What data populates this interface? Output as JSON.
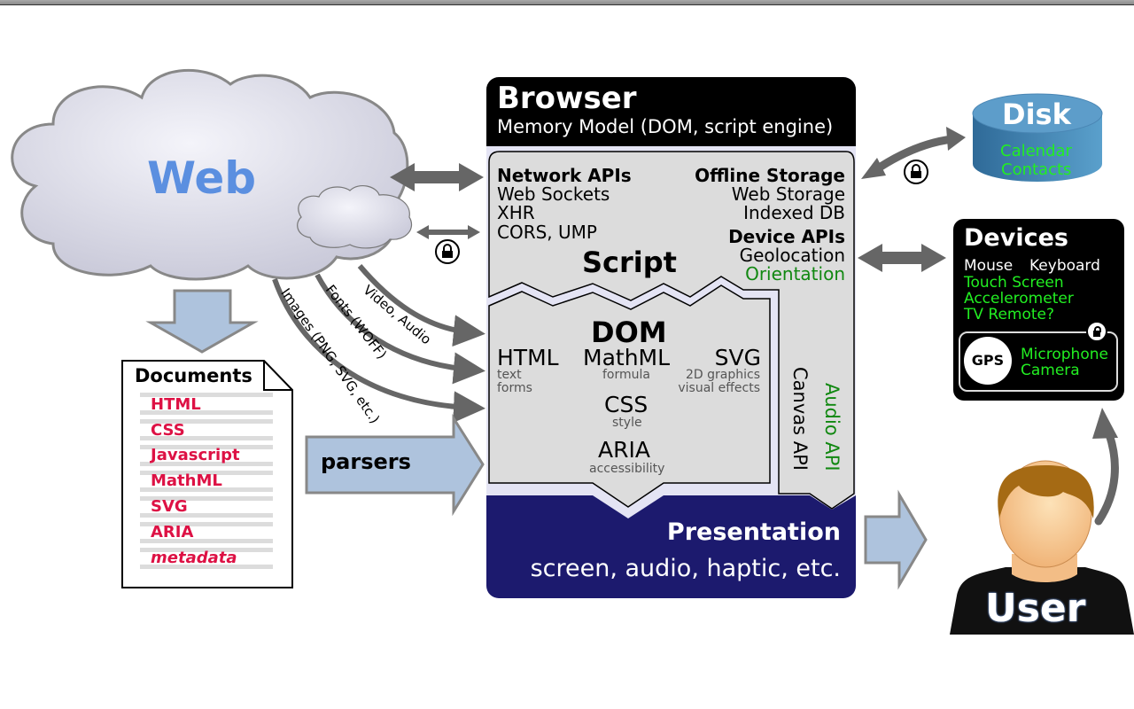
{
  "web": {
    "label": "Web"
  },
  "browser": {
    "title": "Browser",
    "subtitle": "Memory Model (DOM, script engine)",
    "script": {
      "label": "Script",
      "network_heading": "Network APIs",
      "network_items": [
        "Web Sockets",
        "XHR",
        "CORS, UMP"
      ],
      "offline_heading": "Offline Storage",
      "offline_items": [
        "Web Storage",
        "Indexed DB"
      ],
      "device_heading": "Device APIs",
      "device_items": [
        "Geolocation"
      ],
      "device_items_new": [
        "Orientation"
      ]
    },
    "dom": {
      "label": "DOM",
      "html": {
        "label": "HTML",
        "sub": [
          "text",
          "forms"
        ]
      },
      "mathml": {
        "label": "MathML",
        "sub": [
          "formula"
        ]
      },
      "svg": {
        "label": "SVG",
        "sub": [
          "2D graphics",
          "visual effects"
        ]
      },
      "css": {
        "label": "CSS",
        "sub": [
          "style"
        ]
      },
      "aria": {
        "label": "ARIA",
        "sub": [
          "accessibility"
        ]
      }
    },
    "canvas_api": "Canvas API",
    "audio_api": "Audio API",
    "presentation": {
      "title": "Presentation",
      "subtitle": "screen, audio, haptic, etc."
    }
  },
  "disk": {
    "label": "Disk",
    "items": [
      "Calendar",
      "Contacts"
    ]
  },
  "devices": {
    "label": "Devices",
    "items_basic": [
      "Mouse",
      "Keyboard"
    ],
    "items_new": [
      "Touch Screen",
      "Accelerometer",
      "TV Remote?"
    ],
    "secure_badge": "GPS",
    "secure_items": [
      "Microphone",
      "Camera"
    ]
  },
  "user": {
    "label": "User"
  },
  "documents": {
    "label": "Documents",
    "items": [
      "HTML",
      "CSS",
      "Javascript",
      "MathML",
      "SVG",
      "ARIA"
    ],
    "italic_item": "metadata"
  },
  "parsers": {
    "label": "parsers"
  },
  "streams": {
    "video": "Video, Audio",
    "fonts": "Fonts (WOFF)",
    "images": "Images (PNG, SVG, etc.)"
  },
  "colors": {
    "web_text": "#5b8fe0",
    "presentation_bg": "#1c1a6e",
    "new_feature_green": "#22ee22",
    "orientation_green": "#118811",
    "document_red": "#dd1144",
    "arrow_gray": "#666666",
    "parser_arrow_fill": "#aec3dd"
  }
}
